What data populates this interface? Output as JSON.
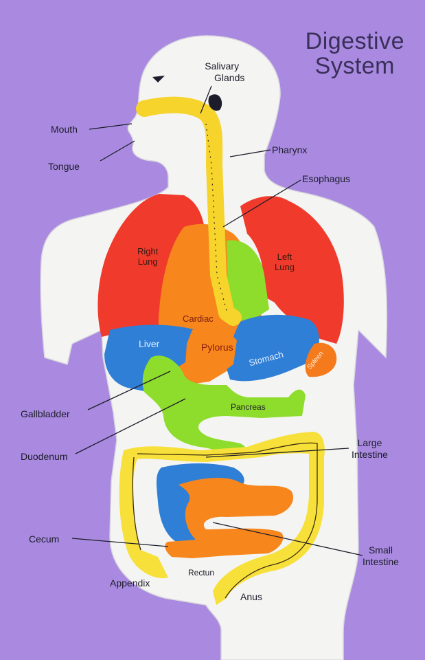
{
  "title": {
    "line1": "Digestive",
    "line2": "System"
  },
  "external_labels": {
    "salivary_glands_line1": "Salivary",
    "salivary_glands_line2": "Glands",
    "mouth": "Mouth",
    "tongue": "Tongue",
    "pharynx": "Pharynx",
    "esophagus": "Esophagus",
    "gallbladder": "Gallbladder",
    "duodenum": "Duodenum",
    "large_intestine_line1": "Large",
    "large_intestine_line2": "Intestine",
    "cecum": "Cecum",
    "small_intestine_line1": "Small",
    "small_intestine_line2": "Intestine",
    "appendix": "Appendix",
    "rectum": "Rectun",
    "anus": "Anus"
  },
  "organ_labels": {
    "right_lung_line1": "Right",
    "right_lung_line2": "Lung",
    "left_lung_line1": "Left",
    "left_lung_line2": "Lung",
    "cardiac": "Cardiac",
    "liver": "Liver",
    "pylorus": "Pylorus",
    "stomach": "Stomach",
    "spleen": "Spleen",
    "pancreas": "Pancreas"
  },
  "colors": {
    "background": "#a98ae0",
    "body": "#f4f4f2",
    "lungs": "#f03a2c",
    "heart_stomach_upper": "#f7861c",
    "esophagus": "#f6d42c",
    "liver_stomach": "#2f7fd6",
    "duodenum_pancreas": "#8edc2c",
    "large_intestine": "#f7e03a",
    "small_intestine_blue": "#2f7fd6",
    "small_intestine_orange": "#f7861c",
    "spleen": "#f47a1c"
  }
}
